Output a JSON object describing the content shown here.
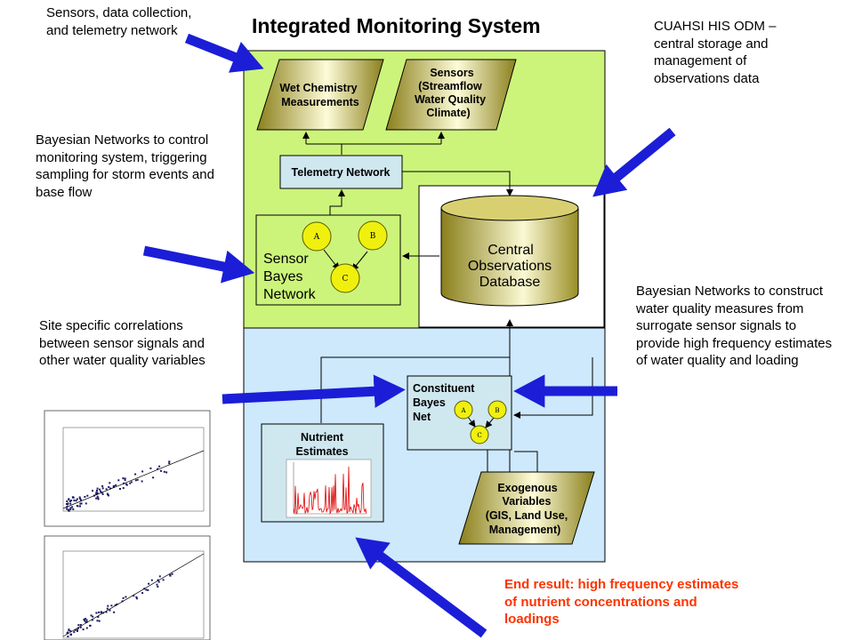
{
  "title": "Integrated Monitoring System",
  "notes": {
    "sensors": "Sensors, data collection, and telemetry network",
    "odm": "CUAHSI HIS ODM – central storage and management of observations data",
    "bn_control": "Bayesian Networks to control monitoring system, triggering sampling for storm events and base flow",
    "site_corr": "Site specific correlations between sensor signals and other water quality variables",
    "bn_construct": "Bayesian Networks to construct water quality measures from surrogate sensor signals to provide high frequency estimates of water quality and loading",
    "result": "End result: high frequency estimates of nutrient concentrations and loadings"
  },
  "boxes": {
    "wet_chem": [
      "Wet Chemistry",
      "Measurements"
    ],
    "sensors": [
      "Sensors",
      "(Streamflow",
      "Water Quality",
      "Climate)"
    ],
    "telemetry": "Telemetry Network",
    "sensor_bn": [
      "Sensor",
      "Bayes",
      "Network"
    ],
    "database": [
      "Central",
      "Observations",
      "Database"
    ],
    "constituent": [
      "Constituent",
      "Bayes",
      "Net"
    ],
    "nutrient": [
      "Nutrient",
      "Estimates"
    ],
    "exogenous": [
      "Exogenous",
      "Variables",
      "(GIS, Land Use,",
      "Management)"
    ]
  },
  "nodes": {
    "a": "A",
    "b": "B",
    "c": "C"
  },
  "colors": {
    "green_panel": "#ccf47a",
    "blue_panel": "#cde9fb",
    "box_blue": "#cfe7ef",
    "olive_dark": "#8a7f1c",
    "node_yellow": "#f0f00e",
    "arrow_blue": "#1b1ed6",
    "result_red": "#ff3300"
  }
}
